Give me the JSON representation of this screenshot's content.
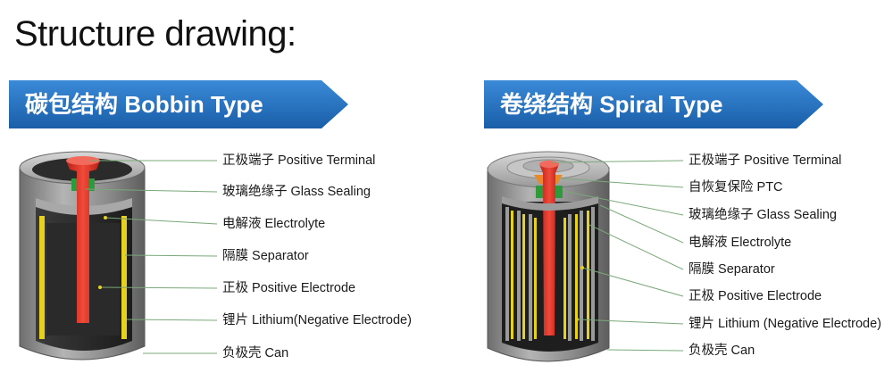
{
  "title": "Structure drawing:",
  "bobbin": {
    "header": "碳包结构 Bobbin Type",
    "labels": [
      "正极端子 Positive Terminal",
      "玻璃绝缘子 Glass Sealing",
      "电解液 Electrolyte",
      "隔膜 Separator",
      "正极 Positive Electrode",
      "锂片 Lithium(Negative Electrode)",
      "负极壳 Can"
    ]
  },
  "spiral": {
    "header": "卷绕结构 Spiral Type",
    "labels": [
      "正极端子 Positive Terminal",
      "自恢复保险 PTC",
      "玻璃绝缘子 Glass Sealing",
      "电解液 Electrolyte",
      "隔膜 Separator",
      "正极 Positive Electrode",
      "锂片 Lithium (Negative Electrode)",
      "负极壳 Can"
    ]
  },
  "colors": {
    "banner": "#1f6fbf",
    "leader": "#7aa87a",
    "terminal_red": "#e8372a",
    "lithium_yellow": "#e6d21e",
    "glass_green": "#2e9a3c"
  }
}
